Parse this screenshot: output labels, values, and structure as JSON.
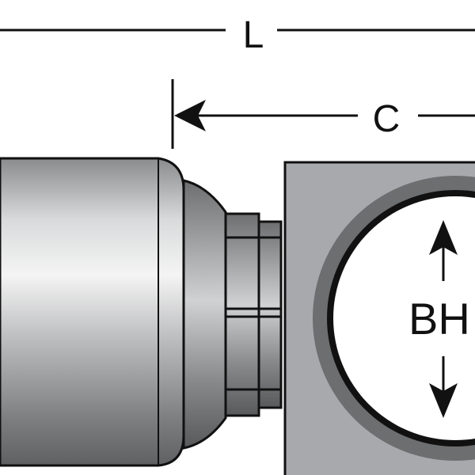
{
  "dimensions": {
    "overall_length_label": "L",
    "cut_length_label": "C",
    "bore_label": "BH"
  },
  "colors": {
    "line": "#111111",
    "metal_dark": "#6d6e70",
    "metal_light": "#e6e7e8",
    "block": "#a7a9ac",
    "ring": "#58595b"
  }
}
